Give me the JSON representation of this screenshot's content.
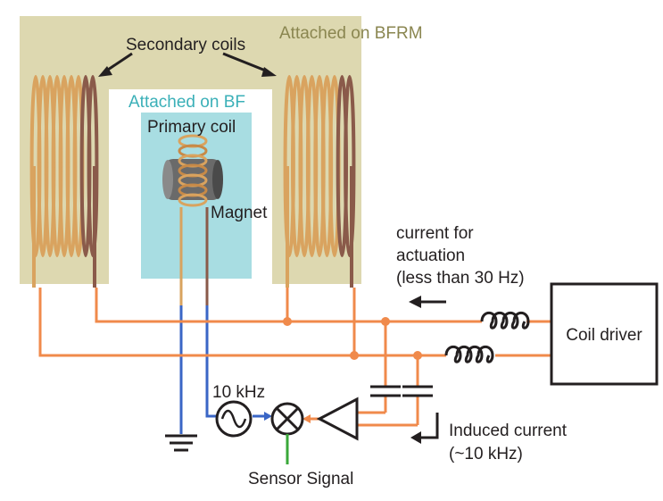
{
  "labels": {
    "secondary_coils": "Secondary coils",
    "attached_bfrm": "Attached on BFRM",
    "attached_bf": "Attached on BF",
    "primary_coil": "Primary coil",
    "magnet": "Magnet",
    "current_actuation_1": "current for",
    "current_actuation_2": "actuation",
    "current_actuation_3": "(less than 30 Hz)",
    "coil_driver": "Coil driver",
    "frequency": "10 kHz",
    "induced_current_1": "Induced current",
    "induced_current_2": "(~10 kHz)",
    "sensor_signal": "Sensor Signal"
  },
  "colors": {
    "bfrm_bg": "#ddd8b0",
    "bf_bg": "#a8dde2",
    "bfrm_text": "#8a8650",
    "bf_text": "#3bb0b8",
    "wire_orange": "#f08a4b",
    "wire_blue": "#3a66c6",
    "wire_green": "#3aa83a",
    "coil_light": "#d9a35f",
    "coil_dark": "#8a5a4a",
    "magnet": "#6a6a6a"
  }
}
